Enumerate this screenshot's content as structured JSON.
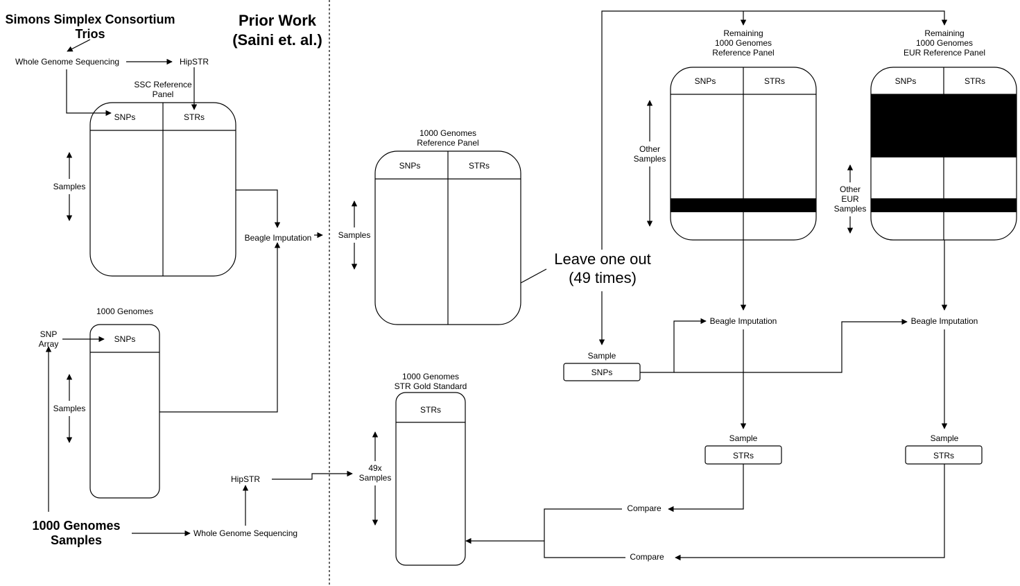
{
  "labels": {
    "ssc_title_1": "Simons Simplex Consortium",
    "ssc_title_2": "Trios",
    "wgs_top": "Whole Genome Sequencing",
    "hipstr_top": "HipSTR",
    "ssc_ref_1": "SSC Reference",
    "ssc_ref_2": "Panel",
    "snps": "SNPs",
    "strs": "STRs",
    "samples": "Samples",
    "beagle_left": "Beagle Imputation",
    "g1000": "1000 Genomes",
    "snp_array_1": "SNP",
    "snp_array_2": "Array",
    "g1000_samples_1": "1000 Genomes",
    "g1000_samples_2": "Samples",
    "wgs_bottom": "Whole Genome Sequencing",
    "hipstr_bottom": "HipSTR",
    "prior_1": "Prior Work",
    "prior_2": "(Saini et. al.)",
    "g1000_ref_1": "1000 Genomes",
    "g1000_ref_2": "Reference Panel",
    "gold_1": "1000 Genomes",
    "gold_2": "STR Gold Standard",
    "samples_49x_1": "49x",
    "samples_49x_2": "Samples",
    "loo_1": "Leave one out",
    "loo_2": "(49 times)",
    "sample": "Sample",
    "remaining_1": "Remaining",
    "remaining_2": "1000 Genomes",
    "remaining_3": "Reference Panel",
    "remaining_eur_1": "Remaining",
    "remaining_eur_2": "1000 Genomes",
    "remaining_eur_3": "EUR Reference Panel",
    "other_samples_1": "Other",
    "other_samples_2": "Samples",
    "other_eur_1": "Other",
    "other_eur_2": "EUR",
    "other_eur_3": "Samples",
    "beagle": "Beagle Imputation",
    "compare": "Compare"
  }
}
